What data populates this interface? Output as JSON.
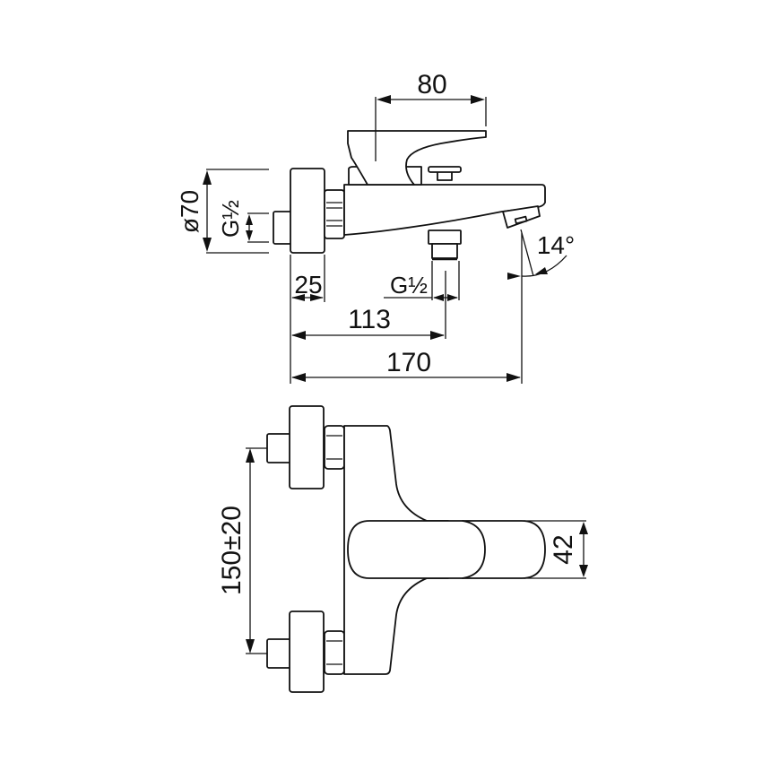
{
  "drawing": {
    "subject": "wall-mounted bath mixer technical drawing",
    "side_view": {
      "dim_lever_length": "80",
      "dim_flange_diameter": "ø70",
      "dim_inlet_thread": "G½",
      "dim_flange_depth": "25",
      "dim_outlet_thread": "G½",
      "dim_outlet_offset": "113",
      "dim_total_depth": "170",
      "dim_spout_angle": "14°"
    },
    "top_view": {
      "dim_centers": "150±20",
      "dim_lever_width": "42"
    },
    "colors": {
      "line": "#111111",
      "background": "#ffffff"
    }
  }
}
